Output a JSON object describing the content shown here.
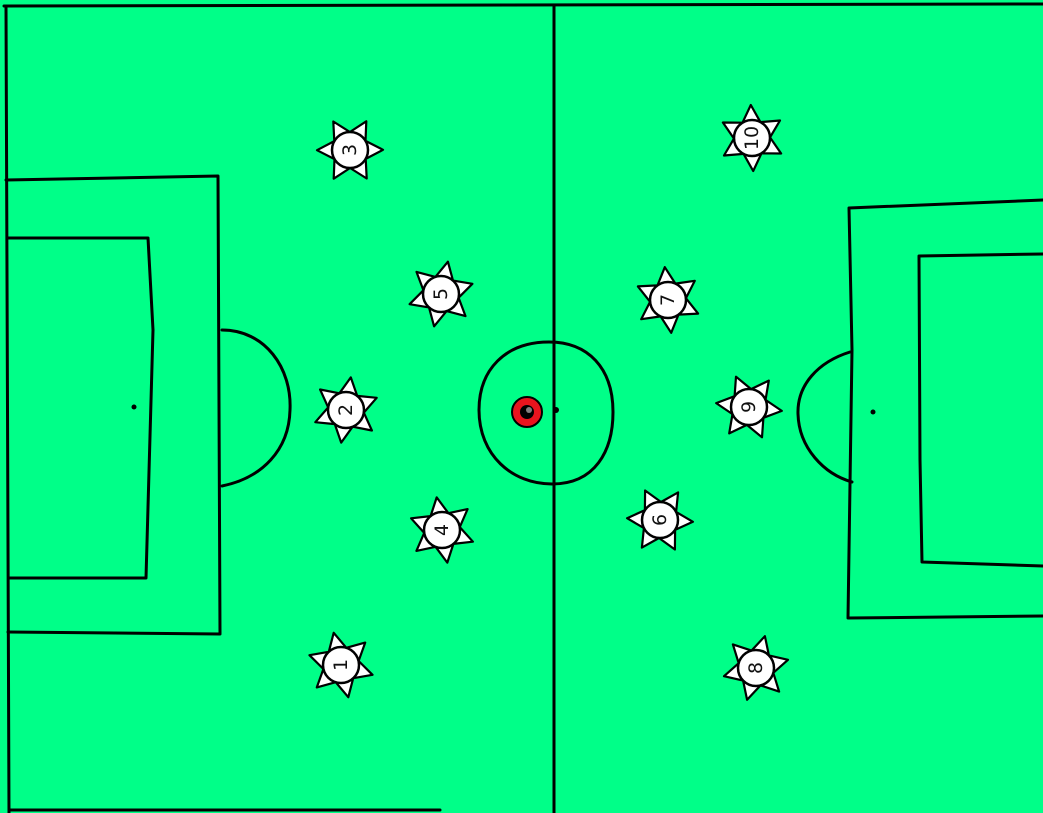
{
  "pitch": {
    "grass_color": "#00ff88",
    "line_color": "#000000"
  },
  "ball": {
    "icon": "soccer-ball-icon",
    "color": "#e8141e"
  },
  "players": [
    {
      "id": "player-1",
      "number": "1"
    },
    {
      "id": "player-2",
      "number": "2"
    },
    {
      "id": "player-3",
      "number": "3"
    },
    {
      "id": "player-4",
      "number": "4"
    },
    {
      "id": "player-5",
      "number": "5"
    },
    {
      "id": "player-6",
      "number": "6"
    },
    {
      "id": "player-7",
      "number": "7"
    },
    {
      "id": "player-8",
      "number": "8"
    },
    {
      "id": "player-9",
      "number": "9"
    },
    {
      "id": "player-10",
      "number": "10"
    }
  ]
}
